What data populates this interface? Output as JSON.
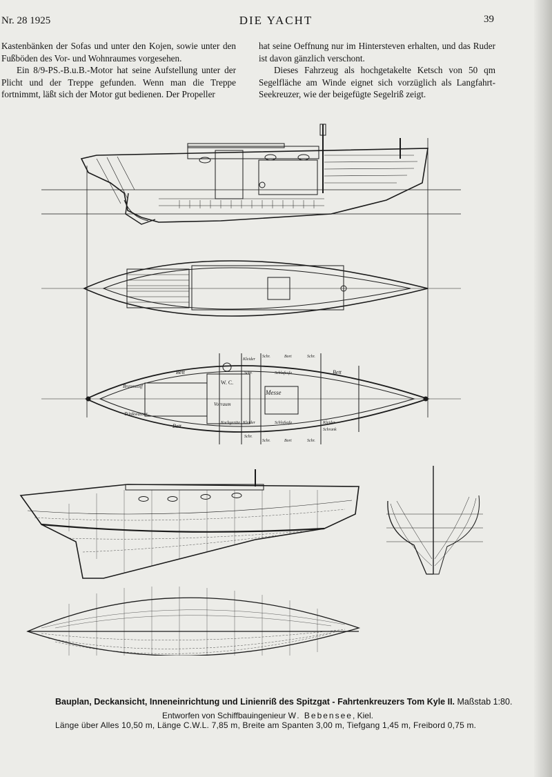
{
  "header": {
    "issue": "Nr. 28 1925",
    "title": "DIE YACHT",
    "page_number": "39"
  },
  "text": {
    "left_col": [
      "Kastenbänken der Sofas und unter den Kojen, sowie unter den Fußböden des Vor- und Wohnraumes vorgesehen.",
      "Ein 8/9-PS.-B.u.B.-Motor hat seine Aufstellung unter der Plicht und der Treppe gefunden. Wenn man die Treppe fortnimmt, läßt sich der Motor gut bedienen. Der Propeller"
    ],
    "right_col": [
      "hat seine Oeffnung nur im Hintersteven erhalten, und das Ruder ist davon gänzlich verschont.",
      "Dieses Fahrzeug als hochgetakelte Ketsch von 50 qm Segelfläche am Winde eignet sich vorzüglich als Langfahrt-Seekreuzer, wie der beigefügte Segelriß zeigt."
    ]
  },
  "plan_labels": {
    "bett_top_left": "Bett",
    "brennstoff": "Brennstoff",
    "wc": "W. C.",
    "kleider_top": "Kleider",
    "schr_top_1": "Schr.",
    "bort_top": "Bort",
    "schr_top_2": "Schr.",
    "schr_top_3": "Schr.",
    "schlafsofa_top": "Schlafsofa",
    "bett_top_right": "Bett",
    "messe": "Messe",
    "vorraum": "Vorraum",
    "trinkwasser": "Trinkwasser",
    "bett_bottom_left": "Bett",
    "kochgerate": "Kochgeräte",
    "kleider_bottom": "Kleider",
    "schlafsofa_bottom": "Schlafsofa",
    "kleiderschrank_1": "Kleider",
    "kleiderschrank_2": "Schrank",
    "schr_bottom_1": "Schr.",
    "schr_bottom_2": "Schr.",
    "bort_bottom": "Bort",
    "schr_bottom_3": "Schr."
  },
  "caption": {
    "line1": "Bauplan, Deckansicht, Inneneinrichtung und Linienriß des Spitzgat - Fahrtenkreuzers Tom Kyle II.",
    "scale": "Maßstab 1:80.",
    "line2_prefix": "Entworfen von Schiffbauingenieur",
    "designer": "W. Bebensee",
    "line2_suffix": ", Kiel.",
    "line3": "Länge über Alles 10,50 m, Länge C.W.L. 7,85 m, Breite am Spanten 3,00 m, Tiefgang 1,45 m, Freibord 0,75 m."
  },
  "colors": {
    "paper": "#ecece8",
    "ink": "#141414"
  }
}
